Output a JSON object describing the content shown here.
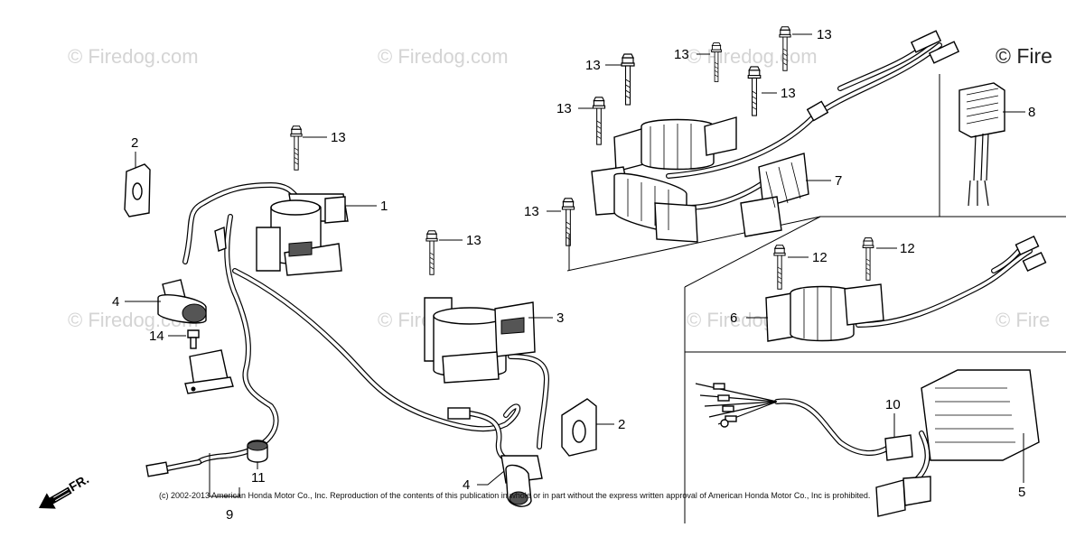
{
  "watermarks": [
    "© Firedog.com",
    "© Firedog.com",
    "© Firedog.com",
    "© Fire",
    "© Firedog.com",
    "© Firedog.com",
    "© Firedog.com",
    "© Fire"
  ],
  "callouts": {
    "c1": "1",
    "c2a": "2",
    "c2b": "2",
    "c3": "3",
    "c4a": "4",
    "c4b": "4",
    "c5": "5",
    "c6": "6",
    "c7": "7",
    "c8": "8",
    "c9": "9",
    "c10": "10",
    "c11": "11",
    "c12a": "12",
    "c12b": "12",
    "c13a": "13",
    "c13b": "13",
    "c13c": "13",
    "c13d": "13",
    "c13e": "13",
    "c13f": "13",
    "c13g": "13",
    "c13h": "13",
    "c14": "14"
  },
  "direction_label": "FR.",
  "copyright": "(c) 2002-2013 American Honda Motor Co., Inc. Reproduction of the contents of this publication in whole or in part without the express written approval of American Honda Motor Co., Inc is prohibited."
}
